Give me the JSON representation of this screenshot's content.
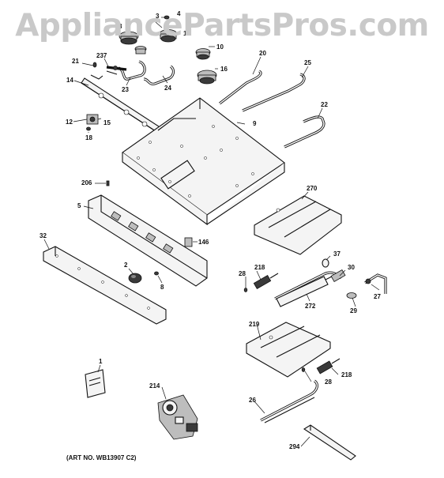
{
  "watermark": "AppliancePartsPros.com",
  "art_number": "(ART NO. WB13907 C2)",
  "labels": {
    "p3a": "3",
    "p4": "4",
    "p3b": "3",
    "p11": "11",
    "p10": "10",
    "p16": "16",
    "p21": "21",
    "p237": "237",
    "p23": "23",
    "p24": "24",
    "p20": "20",
    "p25": "25",
    "p14": "14",
    "p22": "22",
    "p12": "12",
    "p15": "15",
    "p9": "9",
    "p18": "18",
    "p206": "206",
    "p270": "270",
    "p5": "5",
    "p32": "32",
    "p146": "146",
    "p37": "37",
    "p218a": "218",
    "p28a": "28",
    "p30": "30",
    "p2": "2",
    "p8": "8",
    "p272": "272",
    "p27": "27",
    "p29": "29",
    "p219": "219",
    "p1": "1",
    "p218b": "218",
    "p28b": "28",
    "p214": "214",
    "p26": "26",
    "p294": "294"
  }
}
